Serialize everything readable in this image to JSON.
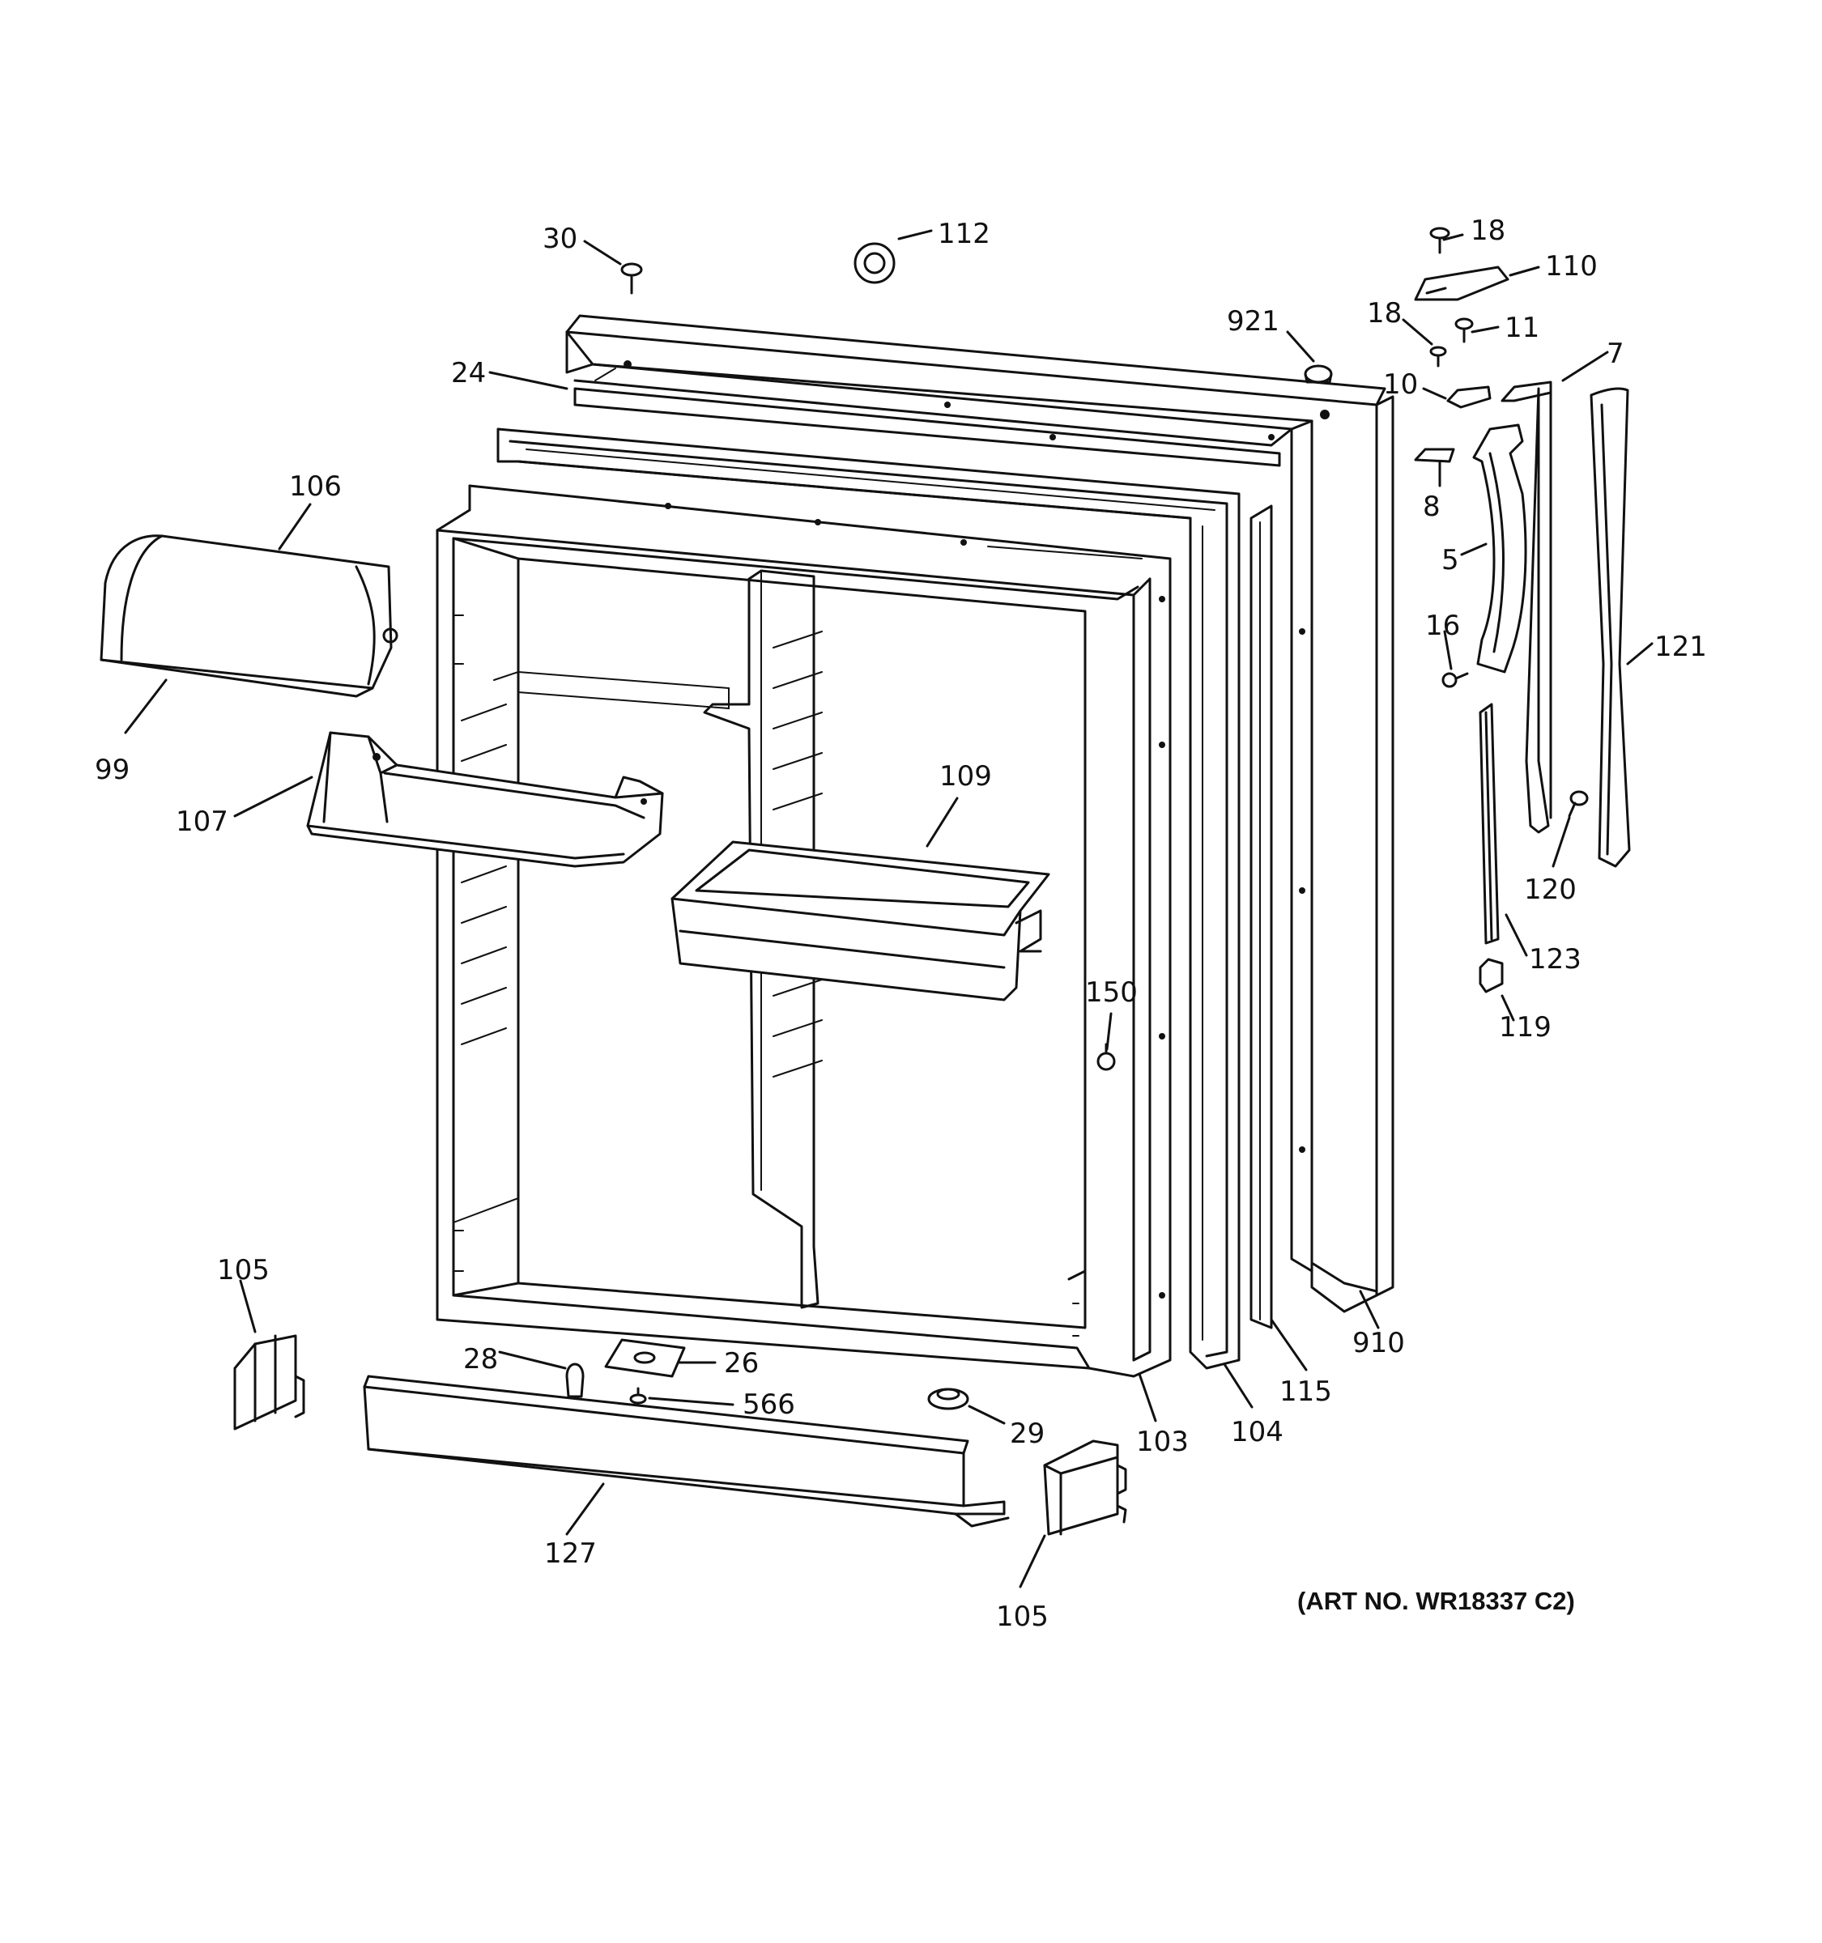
{
  "labels": {
    "p30": "30",
    "p112": "112",
    "p18a": "18",
    "p110": "110",
    "p921": "921",
    "p18b": "18",
    "p11": "11",
    "p7": "7",
    "p24": "24",
    "p10": "10",
    "p106": "106",
    "p8": "8",
    "p5": "5",
    "p16": "16",
    "p121": "121",
    "p99": "99",
    "p109": "109",
    "p107": "107",
    "p120": "120",
    "p123": "123",
    "p150": "150",
    "p119": "119",
    "p105a": "105",
    "p910": "910",
    "p28": "28",
    "p26": "26",
    "p115": "115",
    "p566": "566",
    "p29": "29",
    "p104": "104",
    "p103": "103",
    "p127": "127",
    "p105b": "105"
  },
  "art_number": "(ART NO. WR18337 C2)",
  "colors": {
    "line": "#111111",
    "background": "#ffffff"
  }
}
